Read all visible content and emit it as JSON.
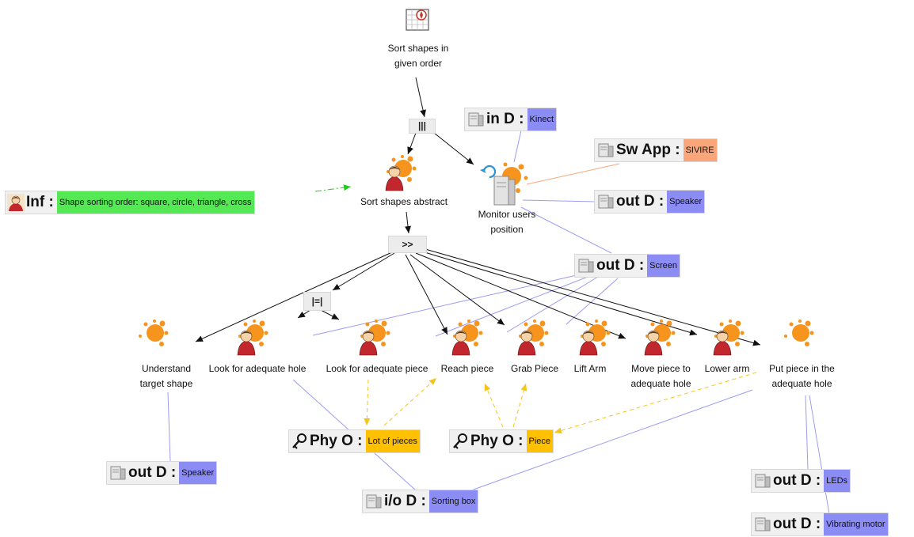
{
  "colors": {
    "device_tag": "#8c8cf5",
    "physical_tag": "#ffc000",
    "info_tag": "#55e855",
    "software_tag": "#f9a77a",
    "task_arrow": "#111111",
    "device_link": "#9c9cf0",
    "software_link": "#f5a97f",
    "object_link": "#f5c518",
    "info_link": "#22cc22"
  },
  "goal": {
    "icon": "goal-icon",
    "label_line1": "Sort shapes in",
    "label_line2": "given order"
  },
  "operators": {
    "interleave": "|||",
    "enable": ">>",
    "order_independent": "|=|"
  },
  "tasks": {
    "sort_abstract": {
      "label": "Sort shapes abstract"
    },
    "monitor": {
      "label_line1": "Monitor users",
      "label_line2": "position"
    },
    "understand": {
      "label_line1": "Understand",
      "label_line2": "target shape"
    },
    "look_hole": {
      "label": "Look for adequate hole"
    },
    "look_piece": {
      "label": "Look for adequate piece"
    },
    "reach": {
      "label": "Reach piece"
    },
    "grab": {
      "label": "Grab Piece"
    },
    "lift": {
      "label": "Lift Arm"
    },
    "move": {
      "label_line1": "Move piece to",
      "label_line2": "adequate hole"
    },
    "lower": {
      "label": "Lower arm"
    },
    "put": {
      "label_line1": "Put piece in the",
      "label_line2": "adequate hole"
    }
  },
  "resources": {
    "in_kinect": {
      "kind": "in D :",
      "value": "Kinect",
      "icon": "device-icon"
    },
    "sw_sivire": {
      "kind": "Sw App :",
      "value": "SIVIRE",
      "icon": "device-icon"
    },
    "out_speaker_top": {
      "kind": "out D :",
      "value": "Speaker",
      "icon": "device-icon"
    },
    "out_screen": {
      "kind": "out D :",
      "value": "Screen",
      "icon": "device-icon"
    },
    "inf_order": {
      "kind": "Inf :",
      "value": "Shape sorting order: square, circle, triangle, cross",
      "icon": "person-icon"
    },
    "phy_lot": {
      "kind": "Phy O :",
      "value": "Lot of pieces",
      "icon": "key-icon"
    },
    "phy_piece": {
      "kind": "Phy O :",
      "value": "Piece",
      "icon": "key-icon"
    },
    "out_speaker_bottom": {
      "kind": "out D :",
      "value": "Speaker",
      "icon": "device-icon"
    },
    "io_box": {
      "kind": "i/o D :",
      "value": "Sorting box",
      "icon": "device-icon"
    },
    "out_leds": {
      "kind": "out D :",
      "value": "LEDs",
      "icon": "device-icon"
    },
    "out_motor": {
      "kind": "out D :",
      "value": "Vibrating motor",
      "icon": "device-icon"
    }
  }
}
